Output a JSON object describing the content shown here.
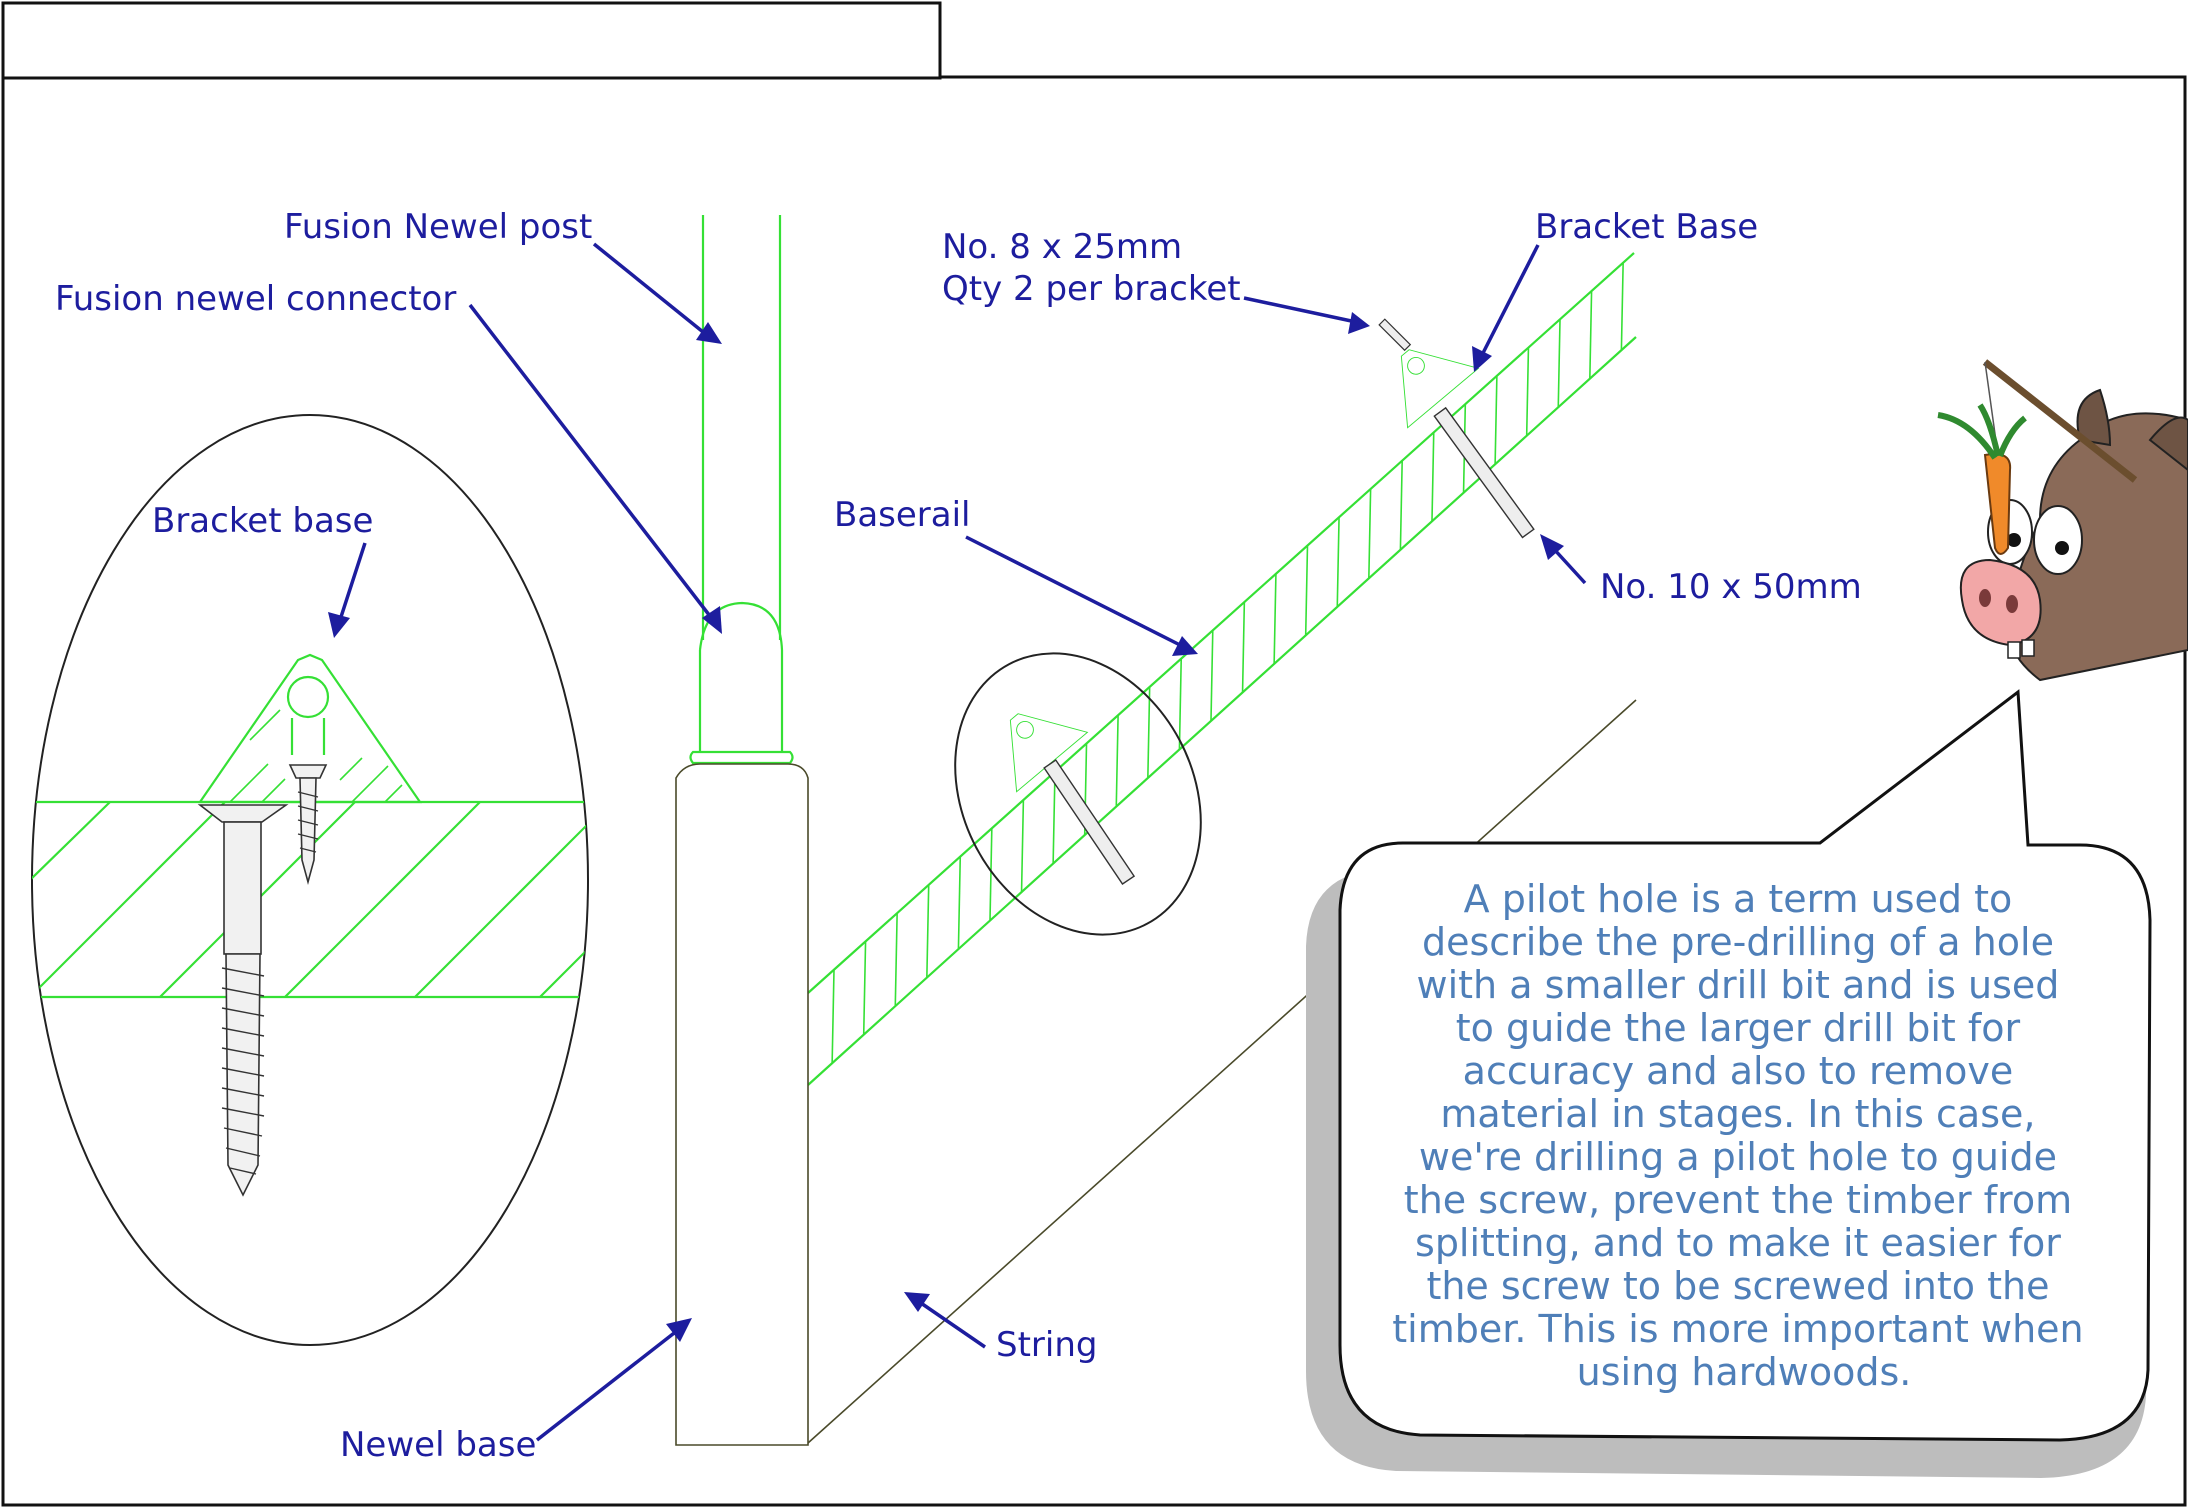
{
  "labels": {
    "fusion_newel_post": "Fusion Newel post",
    "fusion_newel_connector": "Fusion newel connector",
    "bracket_base_detail": "Bracket base",
    "baserail": "Baserail",
    "screw_small_line1": "No. 8 x 25mm",
    "screw_small_line2": "Qty 2 per bracket",
    "bracket_base": "Bracket Base",
    "screw_large": "No. 10 x 50mm",
    "string": "String",
    "newel_base": "Newel base"
  },
  "callout": {
    "lines": [
      "A pilot hole is a term used to",
      "describe the pre-drilling of a hole",
      "with a smaller drill bit and is used",
      "to guide the larger drill bit for",
      "accuracy and also to remove",
      "material in stages. In this case,",
      "we're drilling a pilot hole to guide",
      "the screw, prevent the timber from",
      "splitting, and to make it easier for",
      "the screw to be screwed into the",
      "timber. This is more important when",
      "using hardwoods."
    ]
  },
  "colors": {
    "label": "#1d1d9e",
    "timber_outline": "#35e035",
    "callout_text": "#4f7fb8"
  },
  "icons": [
    "donkey-mascot-icon",
    "carrot-icon",
    "screw-icon",
    "bracket-icon"
  ]
}
